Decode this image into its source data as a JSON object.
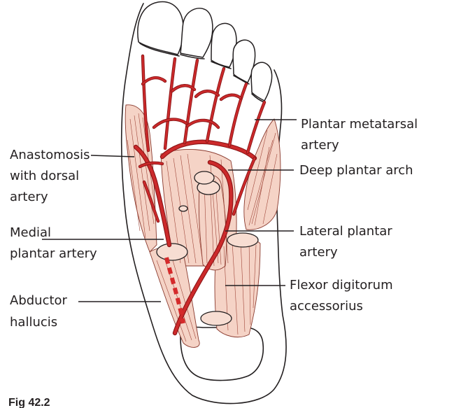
{
  "figure": {
    "caption": "Fig 42.2",
    "labels": {
      "plantar_metatarsal_artery": [
        "Plantar metatarsal",
        "artery"
      ],
      "anastomosis_with_dorsal_artery": [
        "Anastomosis",
        "with dorsal",
        "artery"
      ],
      "deep_plantar_arch": [
        "Deep plantar arch"
      ],
      "medial_plantar_artery": [
        "Medial",
        "plantar artery"
      ],
      "lateral_plantar_artery": [
        "Lateral plantar",
        "artery"
      ],
      "abductor_hallucis": [
        "Abductor",
        "hallucis"
      ],
      "flexor_digitorum_accessorius": [
        "Flexor digitorum",
        "accessorius"
      ]
    },
    "colors": {
      "artery_fill": "#cc2a2b",
      "artery_edge": "#8b1416",
      "muscle": "#f5d3c6",
      "outline": "#231f20"
    }
  }
}
